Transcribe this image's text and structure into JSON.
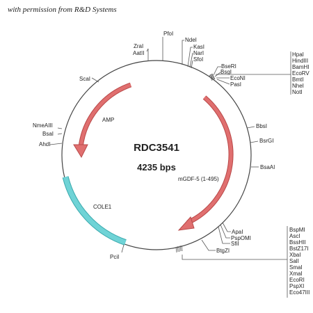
{
  "credit": "with permission from R&D Systems",
  "plasmid": {
    "name": "RDC3541",
    "size": "4235 bps"
  },
  "colors": {
    "arrow": "#e06f6f",
    "arrow_stroke": "#b84848",
    "ori": "#6fd3d6",
    "ori_stroke": "#3aa9ad",
    "backbone": "#444444"
  },
  "features": [
    {
      "label": "AMP"
    },
    {
      "label": "mGDF-5 (1-495)"
    },
    {
      "label": "COLE1"
    }
  ],
  "sites": {
    "ZraI": "ZraI",
    "AatII": "AatII",
    "PfoI": "PfoI",
    "NdeI": "NdeI",
    "KasI": "KasI",
    "NarI": "NarI",
    "SfoI": "SfoI",
    "BseRI": "BseRI",
    "BsgI": "BsgI",
    "EcoNI": "EcoNI",
    "PasI": "PasI",
    "ScaI": "ScaI",
    "NmeAIII": "NmeAIII",
    "BsaI": "BsaI",
    "AhdI": "AhdI",
    "BbsI": "BbsI",
    "BsrGI": "BsrGI",
    "BsaAI": "BsaAI",
    "ApaI": "ApaI",
    "PspOMI": "PspOMI",
    "SfiI": "SfiI",
    "BtgZI": "BtgZI",
    "PciI": "PciI"
  },
  "mcs_top": [
    "HpaI",
    "HindIII",
    "BamHI",
    "EcoRV",
    "BmtI",
    "NheI",
    "NotI"
  ],
  "mcs_bottom": [
    "BspMI",
    "AscI",
    "BssHII",
    "BstZ17I",
    "XbaI",
    "SalI",
    "SmaI",
    "XmaI",
    "EcoRI",
    "PspXI",
    "Eco47III"
  ]
}
